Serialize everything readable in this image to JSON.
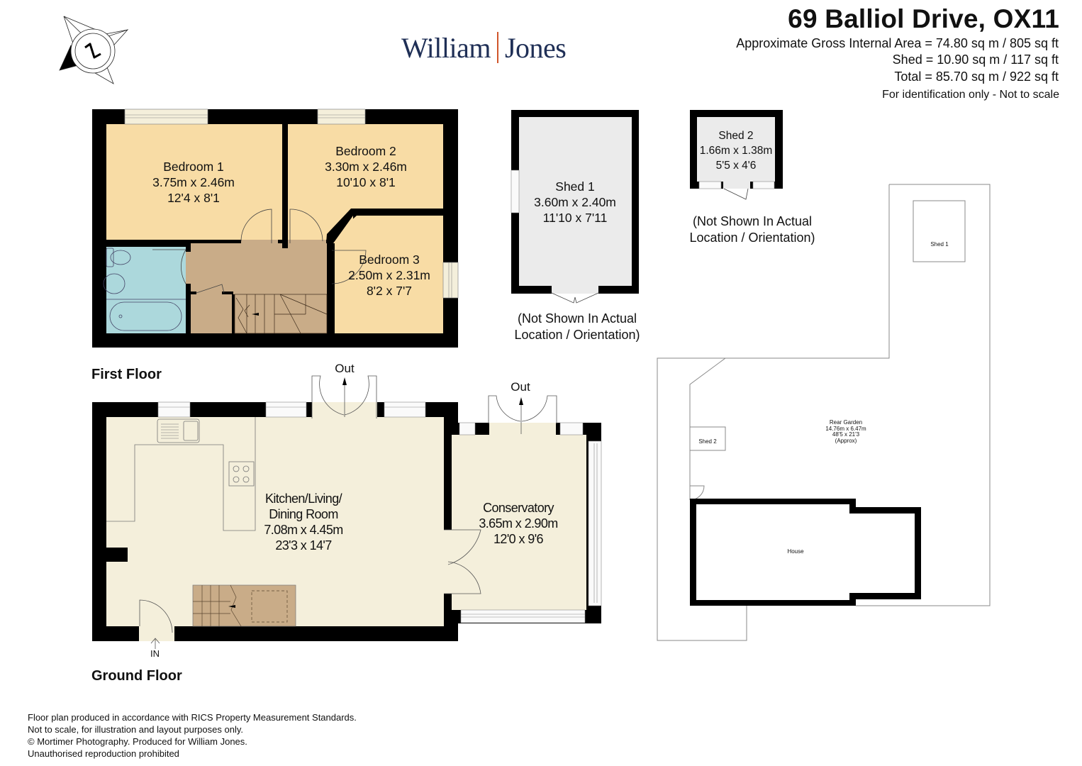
{
  "header": {
    "title": "69 Balliol Drive, OX11",
    "area_lines": [
      "Approximate Gross Internal Area = 74.80 sq m / 805 sq ft",
      "Shed = 10.90 sq m / 117 sq ft",
      "Total = 85.70 sq m / 922 sq ft"
    ],
    "identification_note": "For identification only - Not to scale"
  },
  "logo": {
    "left": "William",
    "right": "Jones",
    "text_color": "#1f2f56",
    "divider_color": "#d0552a"
  },
  "compass": {
    "icon": "north-compass-icon",
    "label": "N"
  },
  "colors": {
    "wall": "#000000",
    "bedroom": "#f8dca5",
    "bathroom": "#acd8dc",
    "landing": "#c9ac88",
    "ground_floor": "#f4efdb",
    "shed": "#ebebeb",
    "site_line": "#888888"
  },
  "first_floor": {
    "label": "First Floor",
    "rooms": [
      {
        "name": "Bedroom 1",
        "metric": "3.75m x 2.46m",
        "imperial": "12'4 x 8'1"
      },
      {
        "name": "Bedroom 2",
        "metric": "3.30m x 2.46m",
        "imperial": "10'10 x 8'1"
      },
      {
        "name": "Bedroom 3",
        "metric": "2.50m x 2.31m",
        "imperial": "8'2 x 7'7"
      }
    ]
  },
  "ground_floor": {
    "label": "Ground Floor",
    "rooms": [
      {
        "name_line1": "Kitchen/Living/",
        "name_line2": "Dining Room",
        "metric": "7.08m x 4.45m",
        "imperial": "23'3 x 14'7"
      },
      {
        "name": "Conservatory",
        "metric": "3.65m x 2.90m",
        "imperial": "12'0 x 9'6"
      }
    ],
    "exits": [
      "Out",
      "Out"
    ],
    "entrance": "IN"
  },
  "sheds": [
    {
      "name": "Shed 1",
      "metric": "3.60m x 2.40m",
      "imperial": "11'10 x 7'11",
      "note_line1": "(Not Shown In Actual",
      "note_line2": "Location / Orientation)"
    },
    {
      "name": "Shed 2",
      "metric": "1.66m x 1.38m",
      "imperial": "5'5 x 4'6",
      "note_line1": "(Not Shown In Actual",
      "note_line2": "Location / Orientation)"
    }
  ],
  "site_plan": {
    "shed1_label": "Shed 1",
    "shed2_label": "Shed 2",
    "house_label": "House",
    "garden": {
      "name": "Rear Garden",
      "metric": "14.76m x 6.47m",
      "imperial": "48'5 x 21'3",
      "note": "(Approx)"
    }
  },
  "footer": {
    "lines": [
      "Floor plan produced in accordance with RICS Property Measurement Standards.",
      "Not to scale, for illustration and layout purposes only.",
      "© Mortimer Photography. Produced for William Jones.",
      "Unauthorised reproduction prohibited"
    ]
  }
}
